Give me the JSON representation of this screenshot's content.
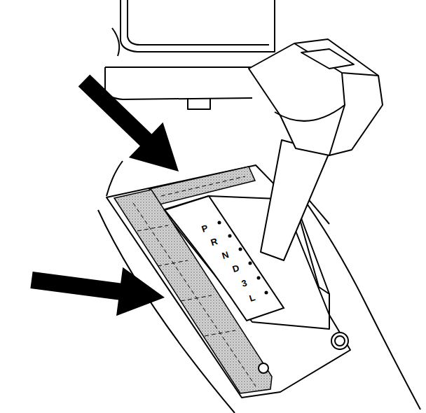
{
  "diagram": {
    "labels": [
      "P",
      "R",
      "N",
      "D",
      "3",
      "L"
    ]
  }
}
